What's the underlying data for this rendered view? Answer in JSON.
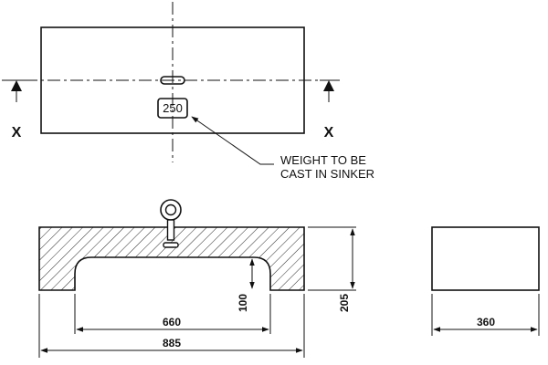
{
  "plan": {
    "section_mark": "X",
    "weight_tag": "250",
    "callout_line1": "WEIGHT TO BE",
    "callout_line2": "CAST IN SINKER"
  },
  "elevation": {
    "dim_overall_length": "885",
    "dim_inner_length": "660",
    "dim_recess_height": "100",
    "dim_overall_height": "205"
  },
  "end_view": {
    "dim_width": "360"
  }
}
